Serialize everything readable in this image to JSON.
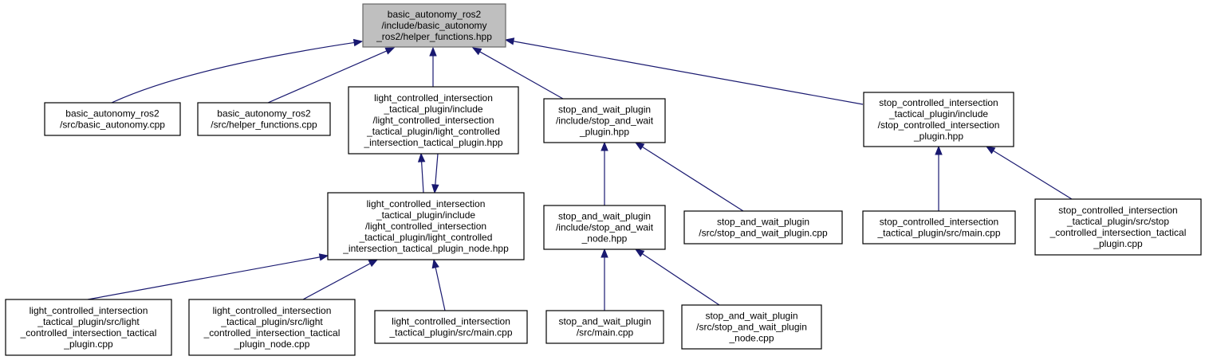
{
  "colors": {
    "edge": "#191970",
    "root_fill": "#bfbfbf",
    "node_fill": "#ffffff",
    "node_border": "#000000"
  },
  "nodes": [
    {
      "id": "root",
      "lines": [
        "basic_autonomy_ros2",
        "/include/basic_autonomy",
        "_ros2/helper_functions.hpp"
      ],
      "highlighted": true
    },
    {
      "id": "basic_autonomy_cpp",
      "lines": [
        "basic_autonomy_ros2",
        "/src/basic_autonomy.cpp"
      ]
    },
    {
      "id": "helper_functions_cpp",
      "lines": [
        "basic_autonomy_ros2",
        "/src/helper_functions.cpp"
      ]
    },
    {
      "id": "lci_plugin_hpp",
      "lines": [
        "light_controlled_intersection",
        "_tactical_plugin/include",
        "/light_controlled_intersection",
        "_tactical_plugin/light_controlled",
        "_intersection_tactical_plugin.hpp"
      ]
    },
    {
      "id": "saw_plugin_hpp",
      "lines": [
        "stop_and_wait_plugin",
        "/include/stop_and_wait",
        "_plugin.hpp"
      ]
    },
    {
      "id": "sci_plugin_hpp",
      "lines": [
        "stop_controlled_intersection",
        "_tactical_plugin/include",
        "/stop_controlled_intersection",
        "_plugin.hpp"
      ]
    },
    {
      "id": "lci_node_hpp",
      "lines": [
        "light_controlled_intersection",
        "_tactical_plugin/include",
        "/light_controlled_intersection",
        "_tactical_plugin/light_controlled",
        "_intersection_tactical_plugin_node.hpp"
      ]
    },
    {
      "id": "saw_node_hpp",
      "lines": [
        "stop_and_wait_plugin",
        "/include/stop_and_wait",
        "_node.hpp"
      ]
    },
    {
      "id": "saw_plugin_cpp",
      "lines": [
        "stop_and_wait_plugin",
        "/src/stop_and_wait_plugin.cpp"
      ]
    },
    {
      "id": "sci_main_cpp",
      "lines": [
        "stop_controlled_intersection",
        "_tactical_plugin/src/main.cpp"
      ]
    },
    {
      "id": "sci_plugin_cpp",
      "lines": [
        "stop_controlled_intersection",
        "_tactical_plugin/src/stop",
        "_controlled_intersection_tactical",
        "_plugin.cpp"
      ]
    },
    {
      "id": "lci_plugin_cpp",
      "lines": [
        "light_controlled_intersection",
        "_tactical_plugin/src/light",
        "_controlled_intersection_tactical",
        "_plugin.cpp"
      ]
    },
    {
      "id": "lci_node_cpp",
      "lines": [
        "light_controlled_intersection",
        "_tactical_plugin/src/light",
        "_controlled_intersection_tactical",
        "_plugin_node.cpp"
      ]
    },
    {
      "id": "lci_main_cpp",
      "lines": [
        "light_controlled_intersection",
        "_tactical_plugin/src/main.cpp"
      ]
    },
    {
      "id": "saw_main_cpp",
      "lines": [
        "stop_and_wait_plugin",
        "/src/main.cpp"
      ]
    },
    {
      "id": "saw_node_cpp",
      "lines": [
        "stop_and_wait_plugin",
        "/src/stop_and_wait_plugin",
        "_node.cpp"
      ]
    }
  ],
  "edges": [
    {
      "from": "basic_autonomy_cpp",
      "to": "root"
    },
    {
      "from": "helper_functions_cpp",
      "to": "root"
    },
    {
      "from": "lci_plugin_hpp",
      "to": "root"
    },
    {
      "from": "saw_plugin_hpp",
      "to": "root"
    },
    {
      "from": "sci_plugin_hpp",
      "to": "root"
    },
    {
      "from": "lci_node_hpp",
      "to": "lci_plugin_hpp"
    },
    {
      "from": "lci_plugin_hpp",
      "to": "lci_node_hpp"
    },
    {
      "from": "saw_node_hpp",
      "to": "saw_plugin_hpp"
    },
    {
      "from": "saw_plugin_cpp",
      "to": "saw_plugin_hpp"
    },
    {
      "from": "sci_main_cpp",
      "to": "sci_plugin_hpp"
    },
    {
      "from": "sci_plugin_cpp",
      "to": "sci_plugin_hpp"
    },
    {
      "from": "lci_plugin_cpp",
      "to": "lci_node_hpp"
    },
    {
      "from": "lci_node_cpp",
      "to": "lci_node_hpp"
    },
    {
      "from": "lci_main_cpp",
      "to": "lci_node_hpp"
    },
    {
      "from": "saw_main_cpp",
      "to": "saw_node_hpp"
    },
    {
      "from": "saw_node_cpp",
      "to": "saw_node_hpp"
    }
  ]
}
